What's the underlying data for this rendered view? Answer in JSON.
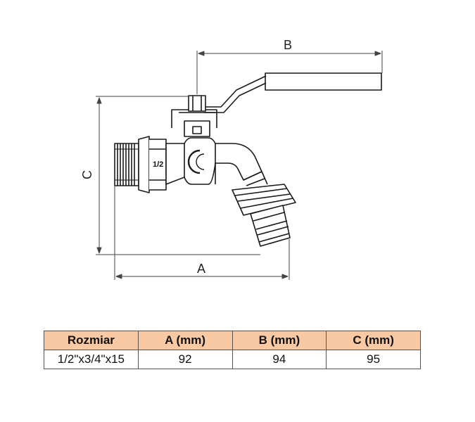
{
  "drawing": {
    "dim_a_label": "A",
    "dim_b_label": "B",
    "dim_c_label": "C",
    "size_marking": "1/2",
    "logo_letter": "C",
    "line_color": "#1a1a1a",
    "dim_line_color": "#444444"
  },
  "table": {
    "header_bg": "#f9c9a3",
    "headers": [
      "Rozmiar",
      "A (mm)",
      "B (mm)",
      "C (mm)"
    ],
    "rows": [
      [
        "1/2\"x3/4\"x15",
        "92",
        "94",
        "95"
      ]
    ]
  }
}
